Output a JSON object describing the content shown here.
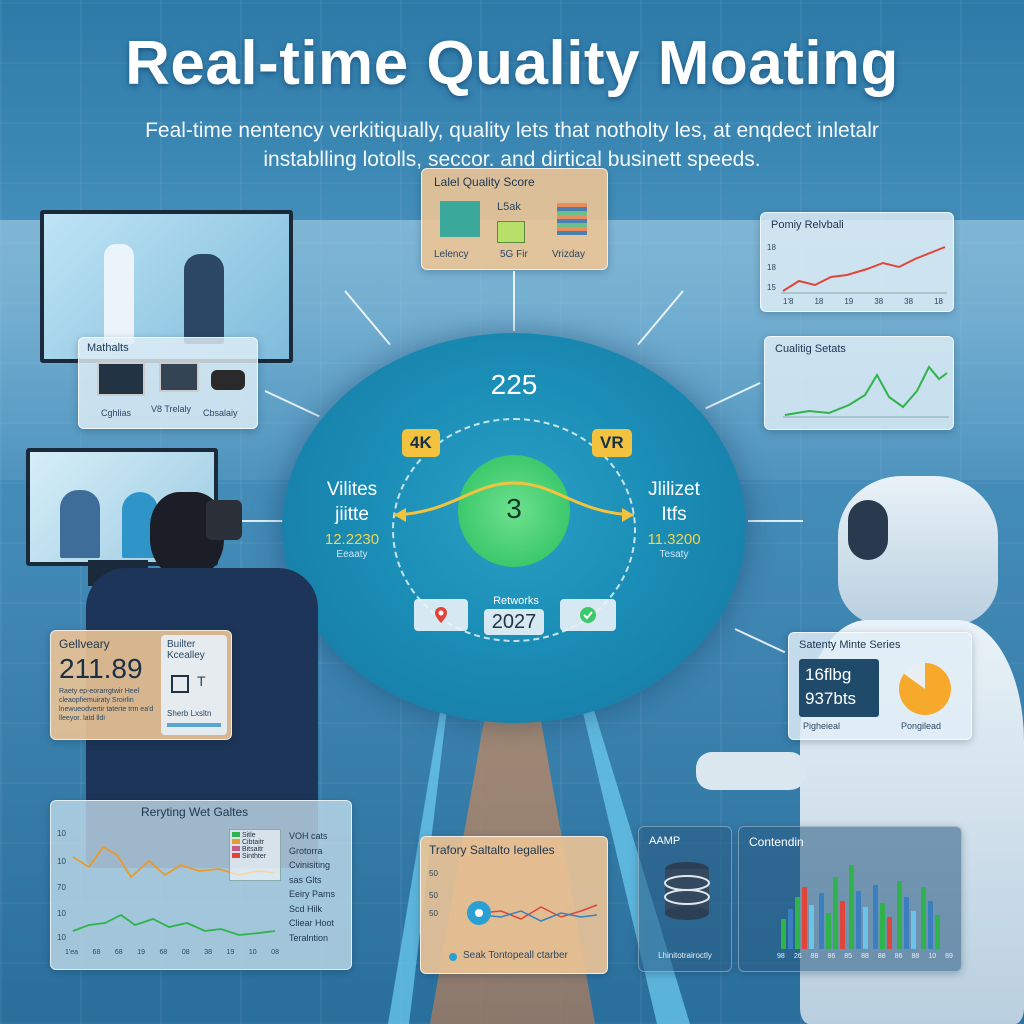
{
  "title": "Real-time Quality Moating",
  "subtitle_lines": [
    "Feal-time nentency verkitiqually, quality lets that notholty les, at enqdect inletalr",
    "instablling lotolls, seccor. and dirtical businett speeds."
  ],
  "top_panel": {
    "title": "Lalel Quality Score",
    "mid": "L5ak",
    "labels": [
      "Lelency",
      "5G Fir",
      "Vrizday"
    ]
  },
  "top_left_panel": {
    "title": "Mathalts",
    "labels": [
      "Cghlias",
      "V8 Trelaly",
      "Cbsalaiy"
    ]
  },
  "right_panel_1": {
    "title": "Pomiy Relvbali",
    "y_ticks": [
      "18",
      "18",
      "15"
    ],
    "x_ticks": [
      "1'8",
      "18",
      "19",
      "38",
      "38",
      "18"
    ]
  },
  "right_panel_2": {
    "title": "Cualitig Setats"
  },
  "hub": {
    "top_value": "225",
    "left_tag": "4K",
    "right_tag": "VR",
    "core_value": "3",
    "left_label": [
      "Vilites",
      "jiitte"
    ],
    "left_value": "12.2230",
    "left_sub": "Eeaaty",
    "right_label": [
      "Jlilizet",
      "Itfs"
    ],
    "right_value": "11.3200",
    "right_sub": "Tesaty",
    "networks_label": "Retworks",
    "networks_value": "2027"
  },
  "left_mid_panel": {
    "title": "Gellveary",
    "value": "211.89",
    "desc": "Raety ep-eorarrgtwir Heel cleaopfiemuiraty Sroirlin lnewueodvertir taterte trm ea'd lleeyor. latd lldi",
    "side_title": "Builter Kcealley",
    "side_value": "T",
    "side_foot": "Sherb Lxsltn"
  },
  "right_mid_panel": {
    "title": "Satenty Minte Series",
    "values": [
      "16flbg",
      "937bts"
    ],
    "labels": [
      "Pigheieal",
      "Pongilead"
    ],
    "pie_fraction": 0.85
  },
  "bottom_left_panel": {
    "title": "Reryting Wet Galtes",
    "y_ticks": [
      "10",
      "10",
      "70",
      "10",
      "10"
    ],
    "x_ticks": [
      "1'ea",
      "68",
      "68",
      "19",
      "68",
      "08",
      "38",
      "19",
      "10",
      "08"
    ],
    "legend": [
      "Sitle",
      "Cibtaitr",
      "Bitsaitr",
      "Sinthter"
    ],
    "notes": [
      "VOH cats",
      "Grotorra",
      "Cvinisiting",
      "sas Glts",
      "Eeiry Pams",
      "Scd Hilk",
      "Cliear Hoot",
      "Teralntion"
    ]
  },
  "bottom_mid_panel": {
    "title": "Trafory Saltalto Iegalles",
    "y_ticks": [
      "50",
      "50",
      "50"
    ],
    "footer": "Seak Tontopeall ctarber"
  },
  "bottom_amp_panel": {
    "title": "AAMP",
    "footer": "Lhinitotrairoctly"
  },
  "bottom_right_panel": {
    "title": "Contendin",
    "x_ticks": [
      "98",
      "26",
      "88",
      "86",
      "85",
      "88",
      "88",
      "86",
      "88",
      "10",
      "89"
    ]
  },
  "colors": {
    "accent_yellow": "#f3c33f",
    "core_green": "#3cc96c",
    "hub_blue": "#1a8db6",
    "panel_tan": "#ecc496"
  }
}
